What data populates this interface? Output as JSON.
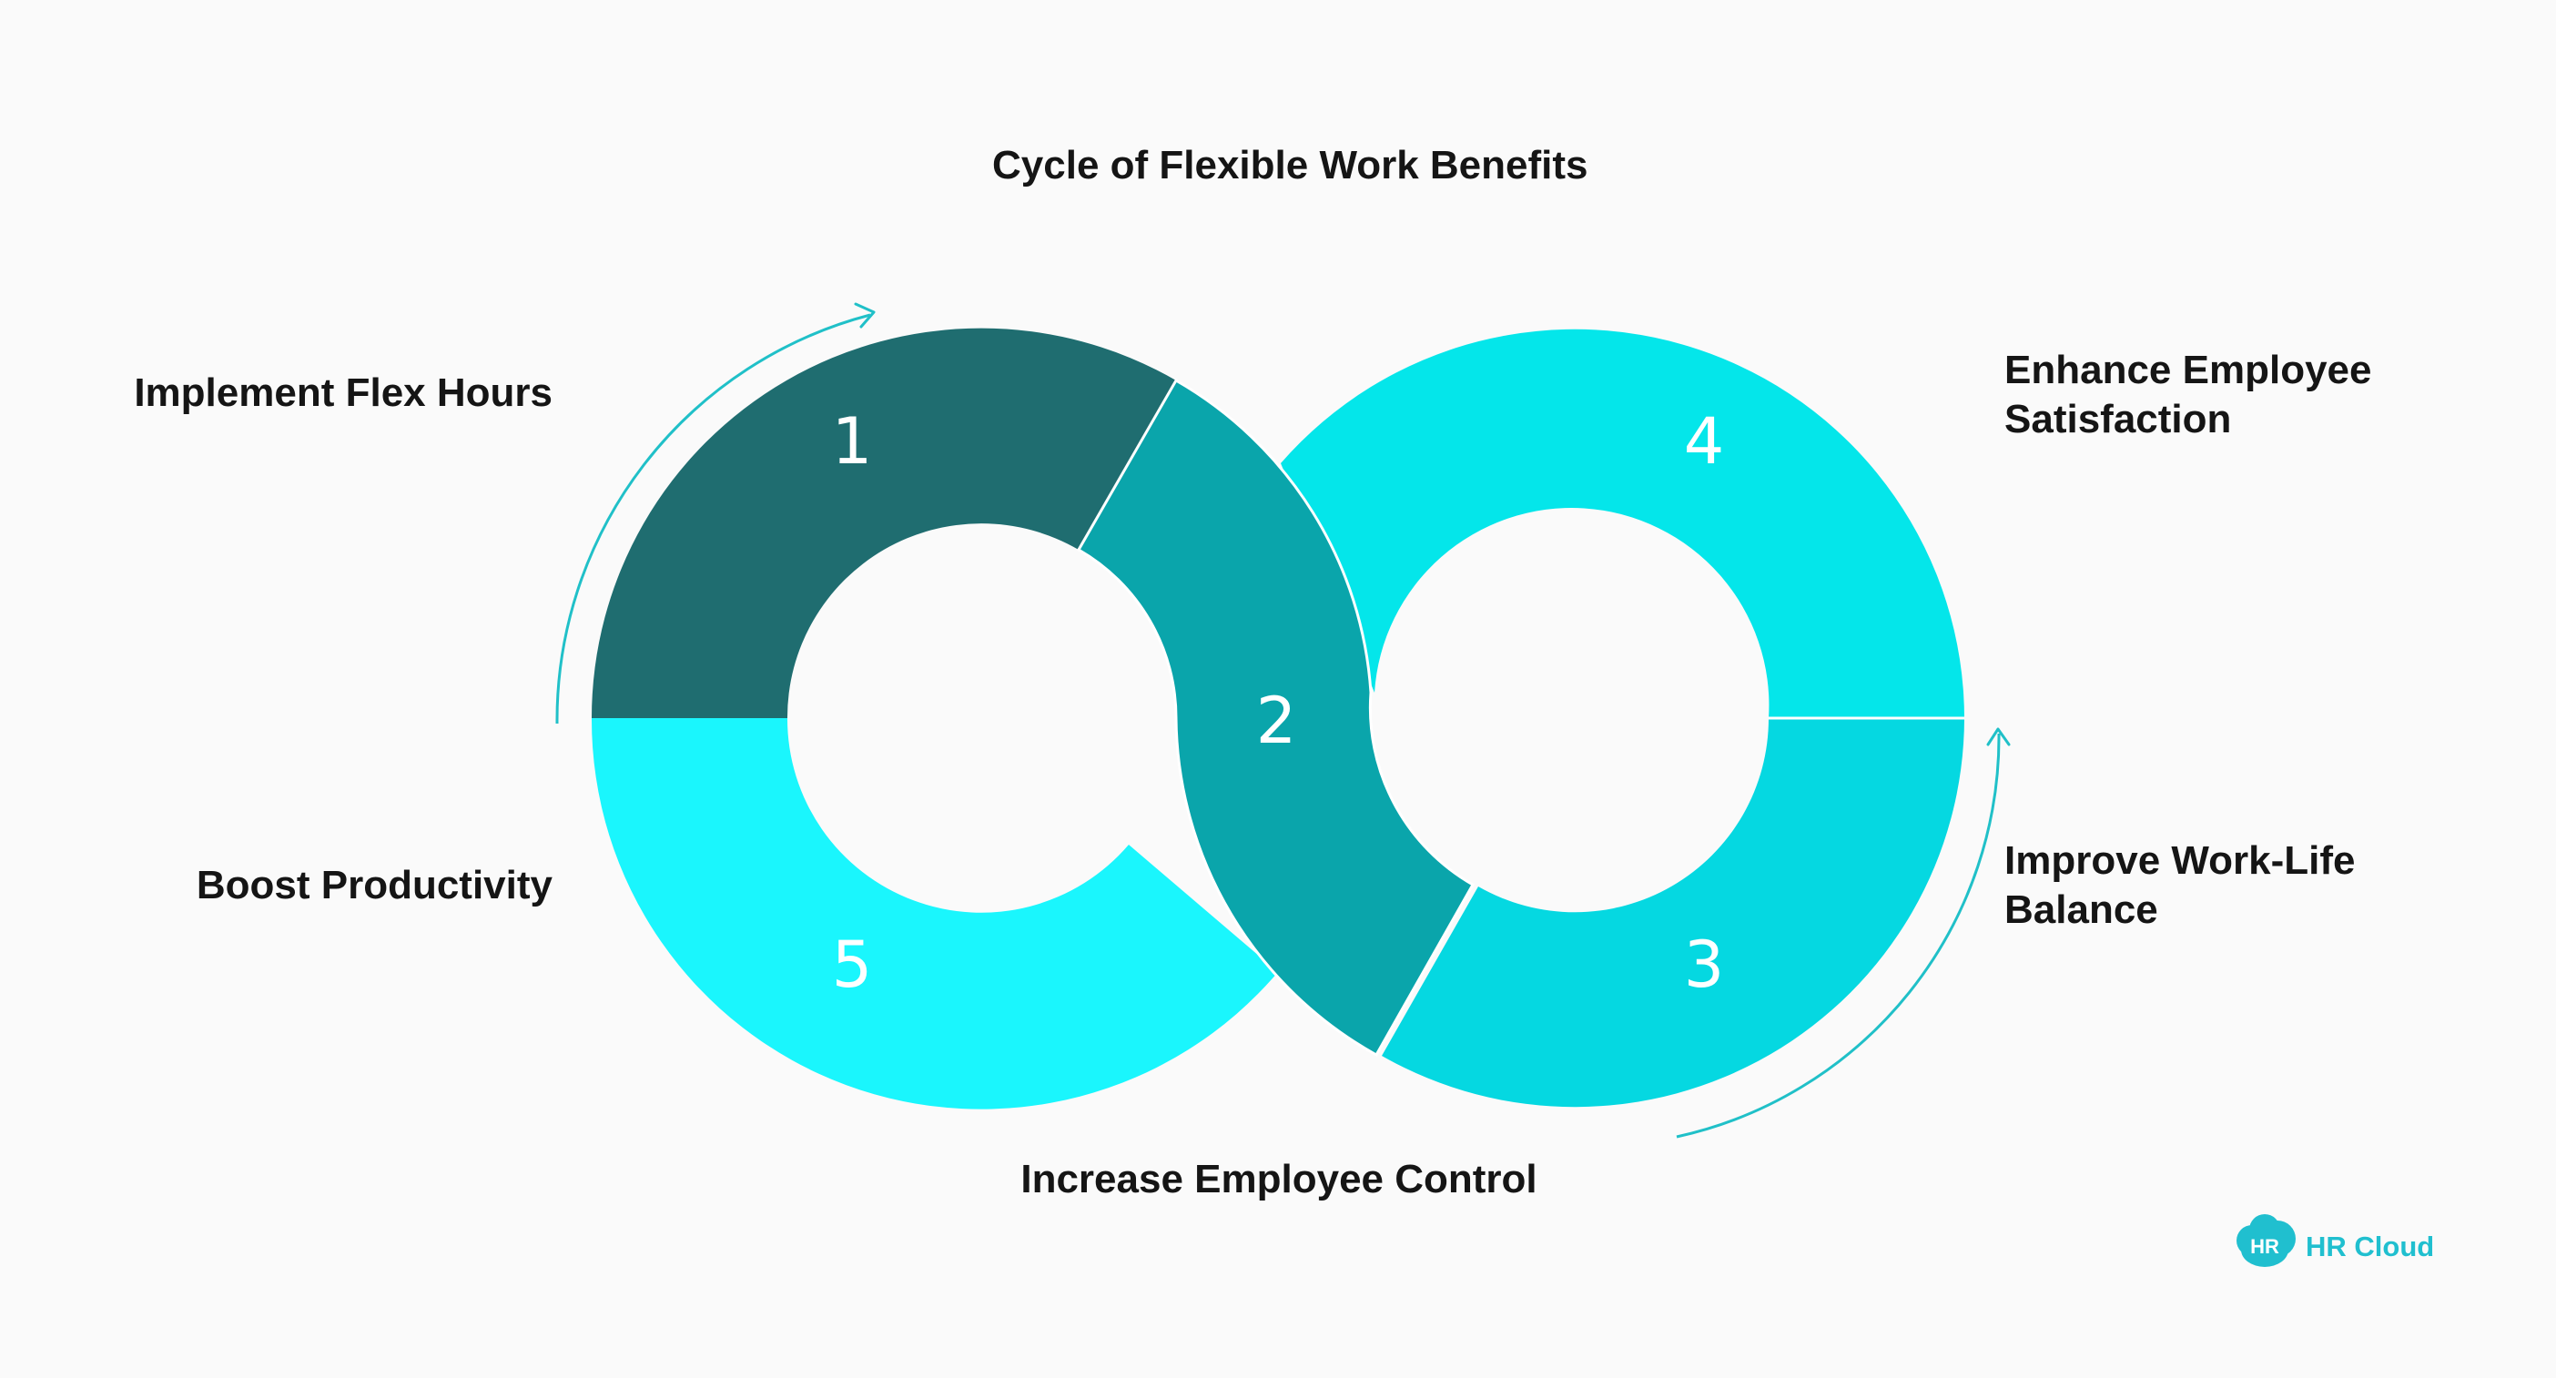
{
  "title": "Cycle of Flexible Work Benefits",
  "steps": [
    {
      "number": "1",
      "label": "Implement Flex Hours",
      "color": "#1f6d70"
    },
    {
      "number": "2",
      "label": "Increase Employee Control",
      "color": "#0aa5ab"
    },
    {
      "number": "3",
      "label": "Improve Work-Life Balance",
      "color": "#05d8e1"
    },
    {
      "number": "4",
      "label": "Enhance Employee Satisfaction",
      "color": "#04e6ea"
    },
    {
      "number": "5",
      "label": "Boost Productivity",
      "color": "#1af6fd"
    }
  ],
  "labels": {
    "step1": "Implement Flex Hours",
    "step2": "Increase Employee Control",
    "step3_line1": "Improve Work-Life",
    "step3_line2": "Balance",
    "step4_line1": "Enhance Employee",
    "step4_line2": "Satisfaction",
    "step5": "Boost Productivity"
  },
  "brand": {
    "name": "HR Cloud",
    "logo_text": "HR",
    "color": "#20bfcf"
  },
  "arrow_color": "#20c0c8"
}
